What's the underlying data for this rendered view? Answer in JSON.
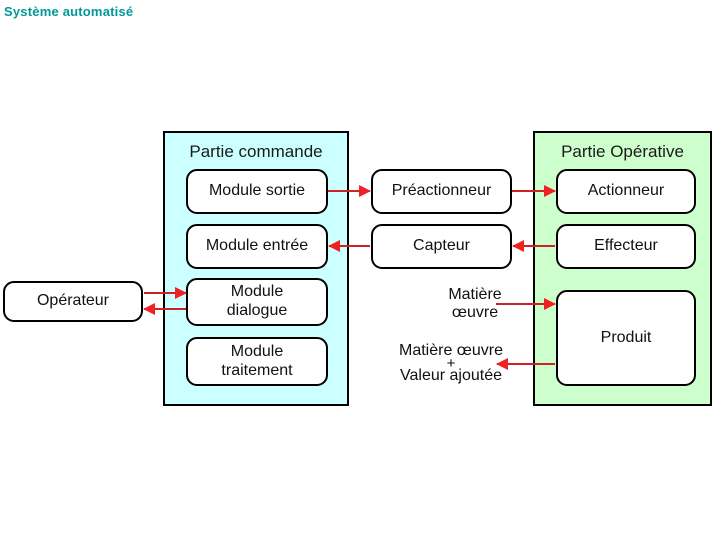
{
  "title": "Système automatisé",
  "colors": {
    "title": "#009999",
    "zone_command_bg": "#ccffff",
    "zone_operative_bg": "#ccffcc",
    "arrow": "#ee2222",
    "box_border": "#000000",
    "box_bg": "#ffffff"
  },
  "zones": {
    "command": {
      "label": "Partie commande",
      "boxes": [
        {
          "name": "module-sortie",
          "label": "Module sortie"
        },
        {
          "name": "module-entree",
          "label": "Module entrée"
        },
        {
          "name": "module-dialogue",
          "line1": "Module",
          "line2": "dialogue"
        },
        {
          "name": "module-traitement",
          "line1": "Module",
          "line2": "traitement"
        }
      ]
    },
    "operative": {
      "label": "Partie Opérative",
      "boxes": [
        {
          "name": "actionneur",
          "label": "Actionneur"
        },
        {
          "name": "effecteur",
          "label": "Effecteur"
        },
        {
          "name": "produit",
          "label": "Produit"
        }
      ]
    }
  },
  "middle_boxes": [
    {
      "name": "preactionneur",
      "label": "Préactionneur"
    },
    {
      "name": "capteur",
      "label": "Capteur"
    }
  ],
  "external_boxes": [
    {
      "name": "operateur",
      "label": "Opérateur"
    }
  ],
  "flow_labels": {
    "matiere_oeuvre": {
      "line1": "Matière",
      "line2": "œuvre"
    },
    "matiere_valeur": {
      "line1": "Matière œuvre",
      "line2": "+",
      "line3": "Valeur ajoutée"
    }
  },
  "arrows": [
    {
      "name": "module-sortie-to-preactionneur",
      "direction": "right"
    },
    {
      "name": "preactionneur-to-actionneur",
      "direction": "right"
    },
    {
      "name": "effecteur-to-capteur",
      "direction": "left"
    },
    {
      "name": "capteur-to-module-entree",
      "direction": "left"
    },
    {
      "name": "operateur-to-module-dialogue",
      "direction": "right"
    },
    {
      "name": "module-dialogue-to-operateur",
      "direction": "left"
    },
    {
      "name": "matiere-oeuvre-to-produit",
      "direction": "right"
    },
    {
      "name": "produit-to-matiere-valeur-ajoutee",
      "direction": "left"
    }
  ]
}
